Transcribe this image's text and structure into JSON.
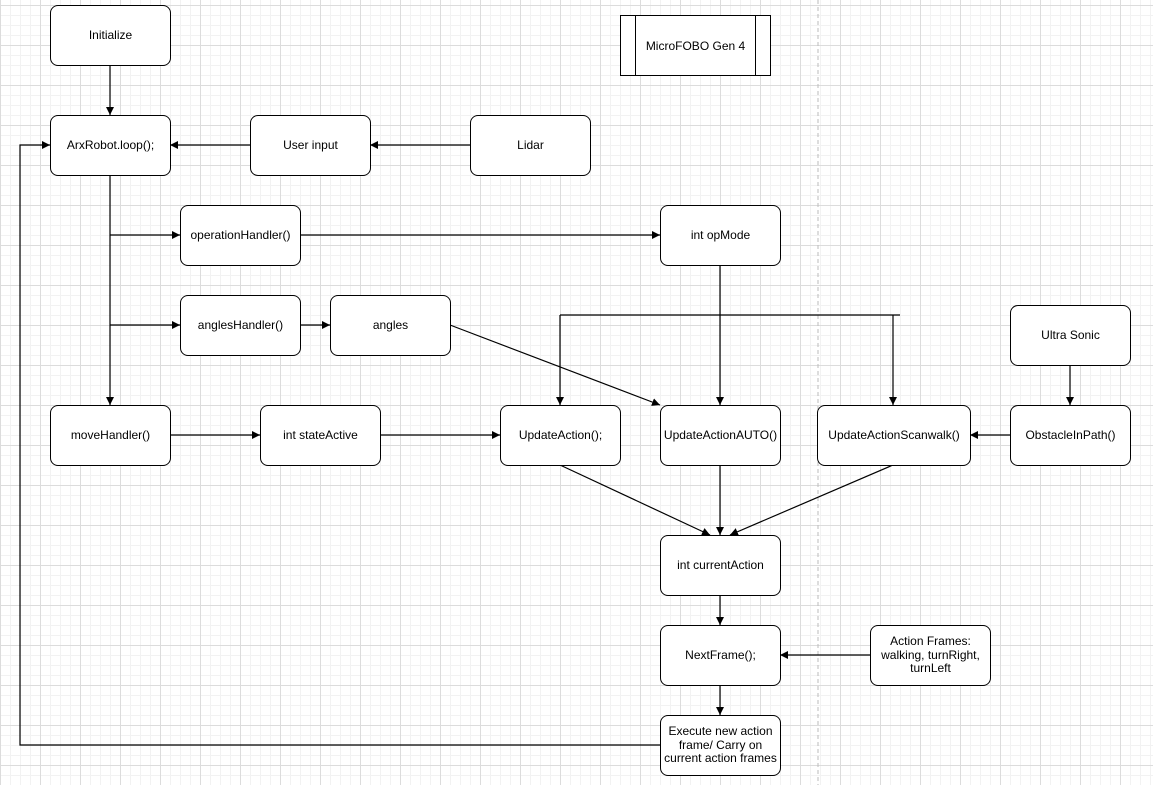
{
  "title": "MicroFOBO Gen 4",
  "nodes": {
    "initialize": "Initialize",
    "loop": "ArxRobot.loop();",
    "user_input": "User input",
    "lidar": "Lidar",
    "operation_handler": "operationHandler()",
    "op_mode": "int opMode",
    "angles_handler": "anglesHandler()",
    "angles": "angles",
    "ultra_sonic": "Ultra Sonic",
    "move_handler": "moveHandler()",
    "state_active": "int stateActive",
    "update_action": "UpdateAction();",
    "update_action_auto": "UpdateActionAUTO()",
    "update_action_scanwalk": "UpdateActionScanwalk()",
    "obstacle_in_path": "ObstacleInPath()",
    "current_action": "int currentAction",
    "next_frame": "NextFrame();",
    "action_frames": "Action Frames: walking, turnRight, turnLeft",
    "execute": "Execute new action frame/ Carry on current action frames"
  }
}
